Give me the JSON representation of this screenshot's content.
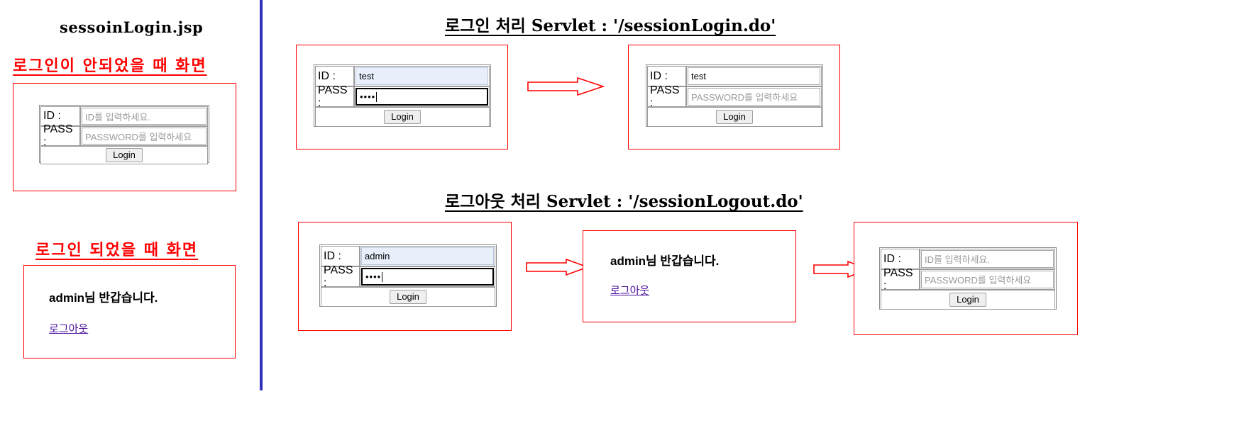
{
  "left_panel": {
    "file_title": "sessoinLogin.jsp",
    "section_logged_out_heading": "로그인이 안되었을 때 화면",
    "section_logged_in_heading": "로그인 되었을 때 화면",
    "logged_out_form": {
      "id_label": "ID :",
      "id_value": "",
      "id_placeholder": "ID를 입력하세요.",
      "pass_label": "PASS :",
      "pass_value": "",
      "pass_placeholder": "PASSWORD를 입력하세요",
      "login_button": "Login"
    },
    "logged_in_view": {
      "greeting": "admin님 반갑습니다.",
      "logout_link": "로그아웃"
    }
  },
  "login_flow": {
    "heading": "로그인 처리 Servlet : '/sessionLogin.do'",
    "before": {
      "id_label": "ID :",
      "id_value": "test",
      "pass_label": "PASS :",
      "pass_value": "••••",
      "login_button": "Login"
    },
    "after": {
      "id_label": "ID :",
      "id_value": "test",
      "pass_label": "PASS :",
      "pass_placeholder": "PASSWORD를 입력하세요",
      "login_button": "Login"
    }
  },
  "logout_flow": {
    "heading": "로그아웃 처리 Servlet : '/sessionLogout.do'",
    "step1": {
      "id_label": "ID :",
      "id_value": "admin",
      "pass_label": "PASS :",
      "pass_value": "••••",
      "login_button": "Login"
    },
    "step2": {
      "greeting": "admin님 반갑습니다.",
      "logout_link": "로그아웃"
    },
    "step3": {
      "id_label": "ID :",
      "id_placeholder": "ID를 입력하세요.",
      "pass_label": "PASS :",
      "pass_placeholder": "PASSWORD를 입력하세요",
      "login_button": "Login"
    }
  },
  "colors": {
    "pane_border": "#ff0000",
    "heading_red": "#ff0000",
    "divider_blue": "#2f2fbf",
    "link_purple": "#4b0f9c",
    "autofill_blue": "#e8effb"
  }
}
